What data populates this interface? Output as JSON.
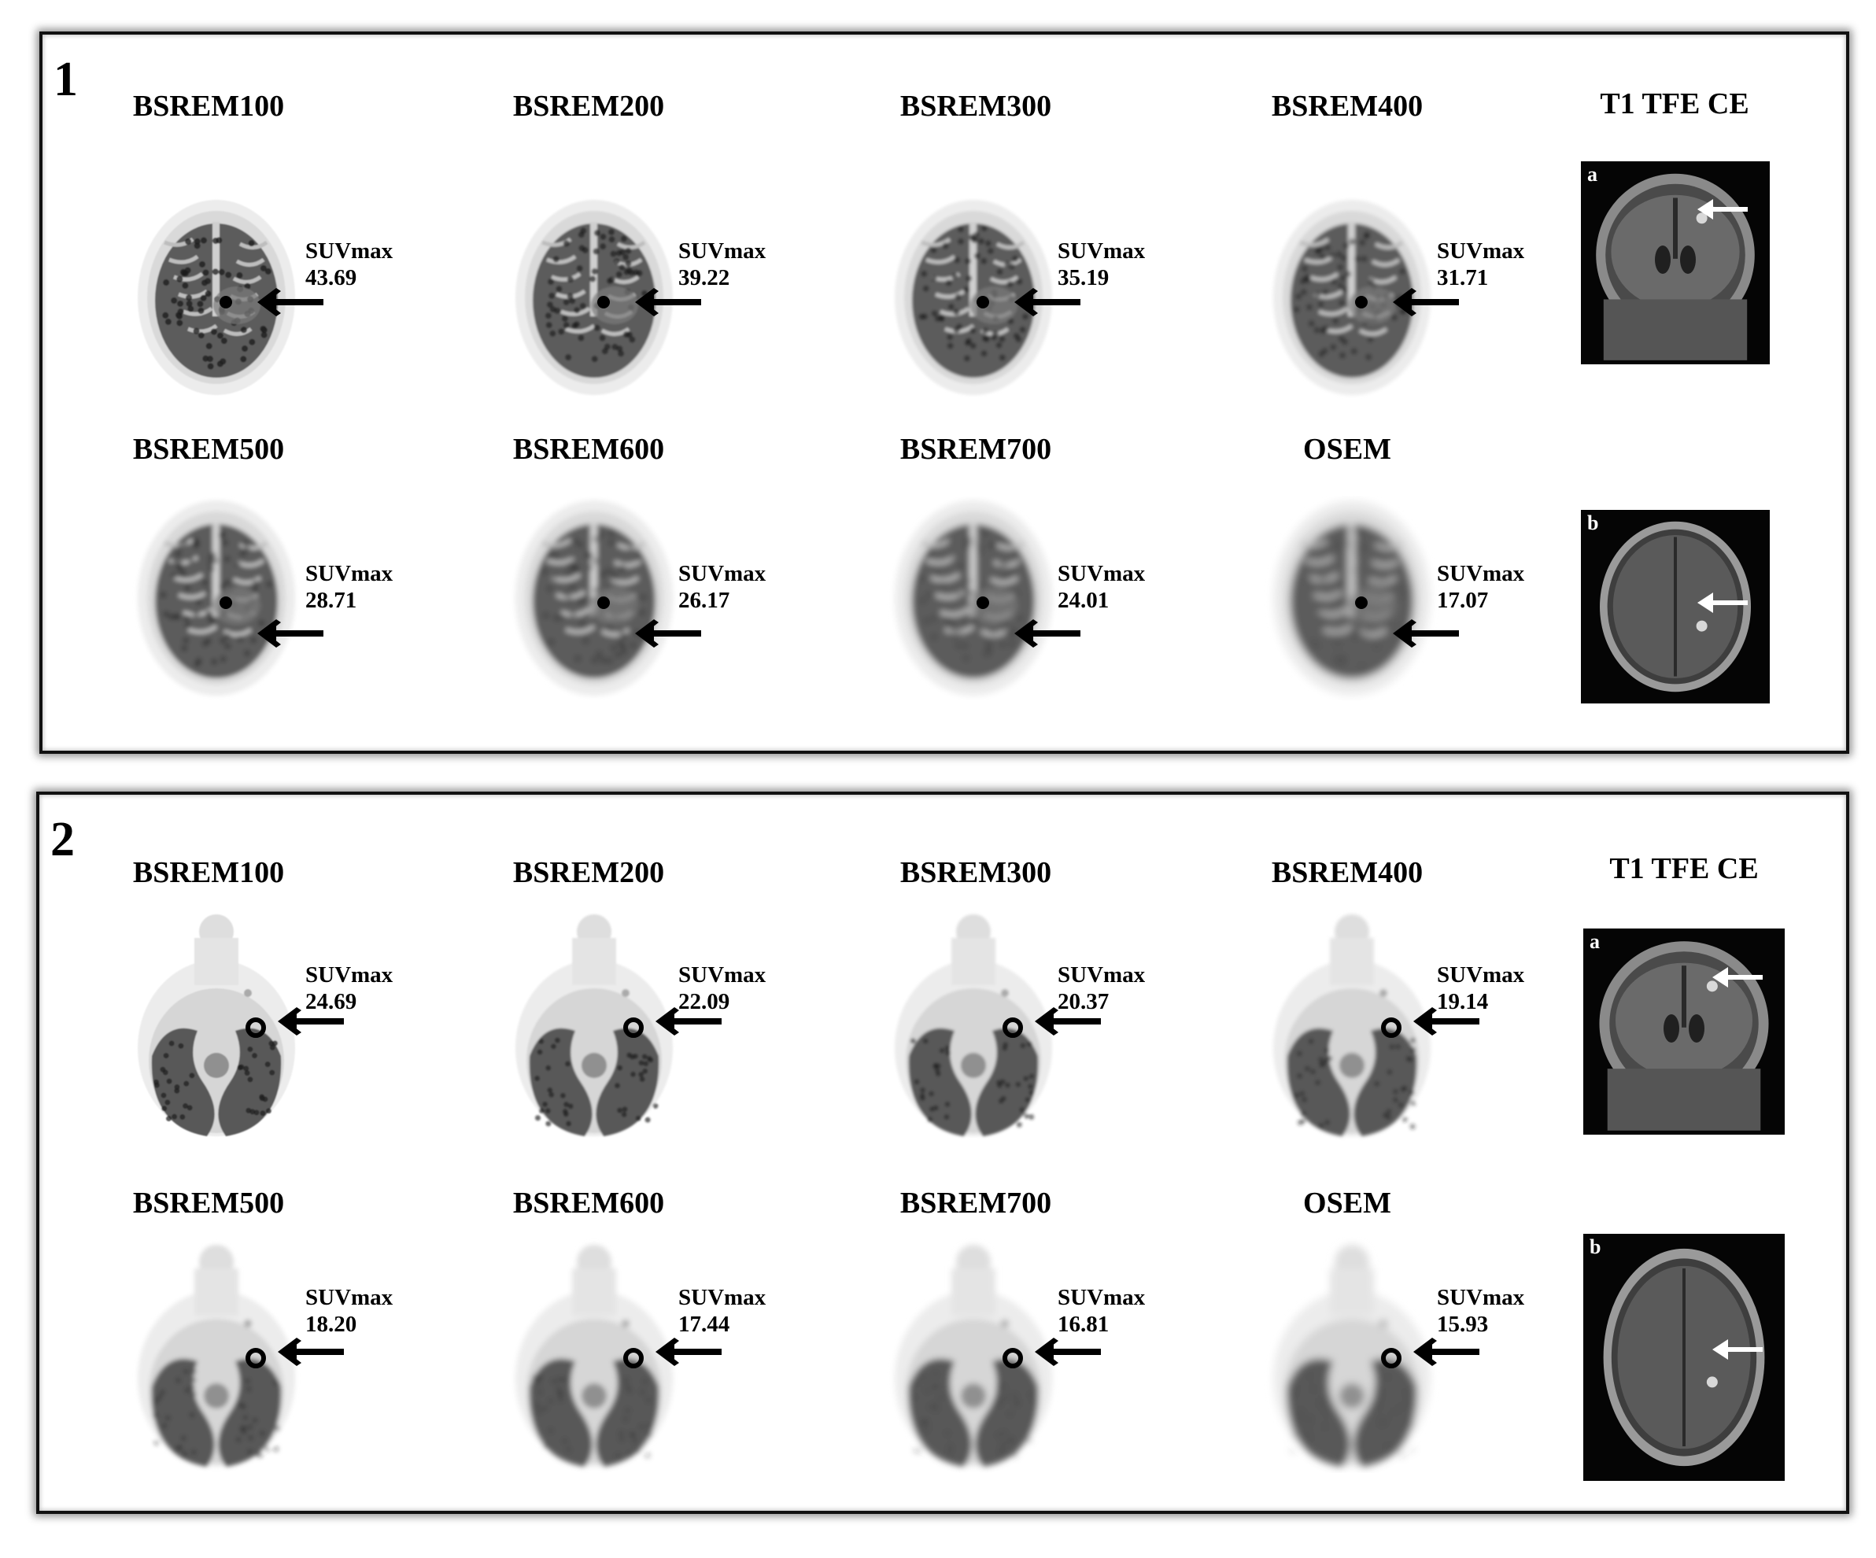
{
  "reconstructions": [
    "BSREM100",
    "BSREM200",
    "BSREM300",
    "BSREM400",
    "BSREM500",
    "BSREM600",
    "BSREM700",
    "OSEM"
  ],
  "mri_title": "T1 TFE CE",
  "suv_label": "SUVmax",
  "panels": [
    {
      "number": "1",
      "suv_values": [
        "43.69",
        "39.22",
        "35.19",
        "31.71",
        "28.71",
        "26.17",
        "24.01",
        "17.07"
      ],
      "mri_letters": [
        "a",
        "b"
      ]
    },
    {
      "number": "2",
      "suv_values": [
        "24.69",
        "22.09",
        "20.37",
        "19.14",
        "18.20",
        "17.44",
        "16.81",
        "15.93"
      ],
      "mri_letters": [
        "a",
        "b"
      ]
    }
  ],
  "icons": {
    "pet_arrow": "black-left-arrow-icon",
    "mri_arrow": "white-left-arrow-icon"
  }
}
